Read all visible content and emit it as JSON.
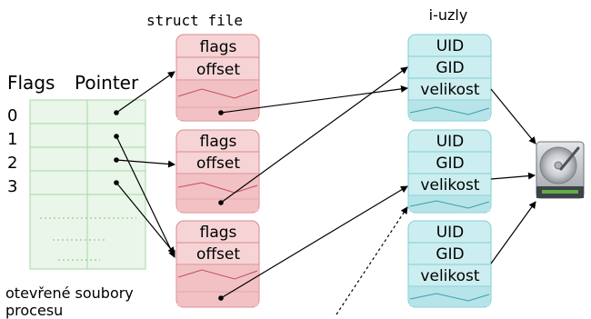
{
  "labels": {
    "struct_file": "struct file",
    "inodes": "i-uzly",
    "flags_header": "Flags",
    "pointer_header": "Pointer",
    "open_files_line1": "otevřené soubory",
    "open_files_line2": "procesu"
  },
  "fd_table": {
    "indices": [
      "0",
      "1",
      "2",
      "3"
    ]
  },
  "file_structs": [
    {
      "flags": "flags",
      "offset": "offset"
    },
    {
      "flags": "flags",
      "offset": "offset"
    },
    {
      "flags": "flags",
      "offset": "offset"
    }
  ],
  "inodes": [
    {
      "uid": "UID",
      "gid": "GID",
      "size": "velikost"
    },
    {
      "uid": "UID",
      "gid": "GID",
      "size": "velikost"
    },
    {
      "uid": "UID",
      "gid": "GID",
      "size": "velikost"
    }
  ],
  "colors": {
    "fd_table_fill": "#eaf6ea",
    "fd_table_border": "#a6d8a6",
    "file_struct_fill": "#f6d4d6",
    "file_struct_border": "#d98a90",
    "inode_fill": "#cdeef0",
    "inode_border": "#7fcfd6",
    "arrow": "#000000"
  },
  "icons": {
    "disk": "hard-disk-icon"
  }
}
